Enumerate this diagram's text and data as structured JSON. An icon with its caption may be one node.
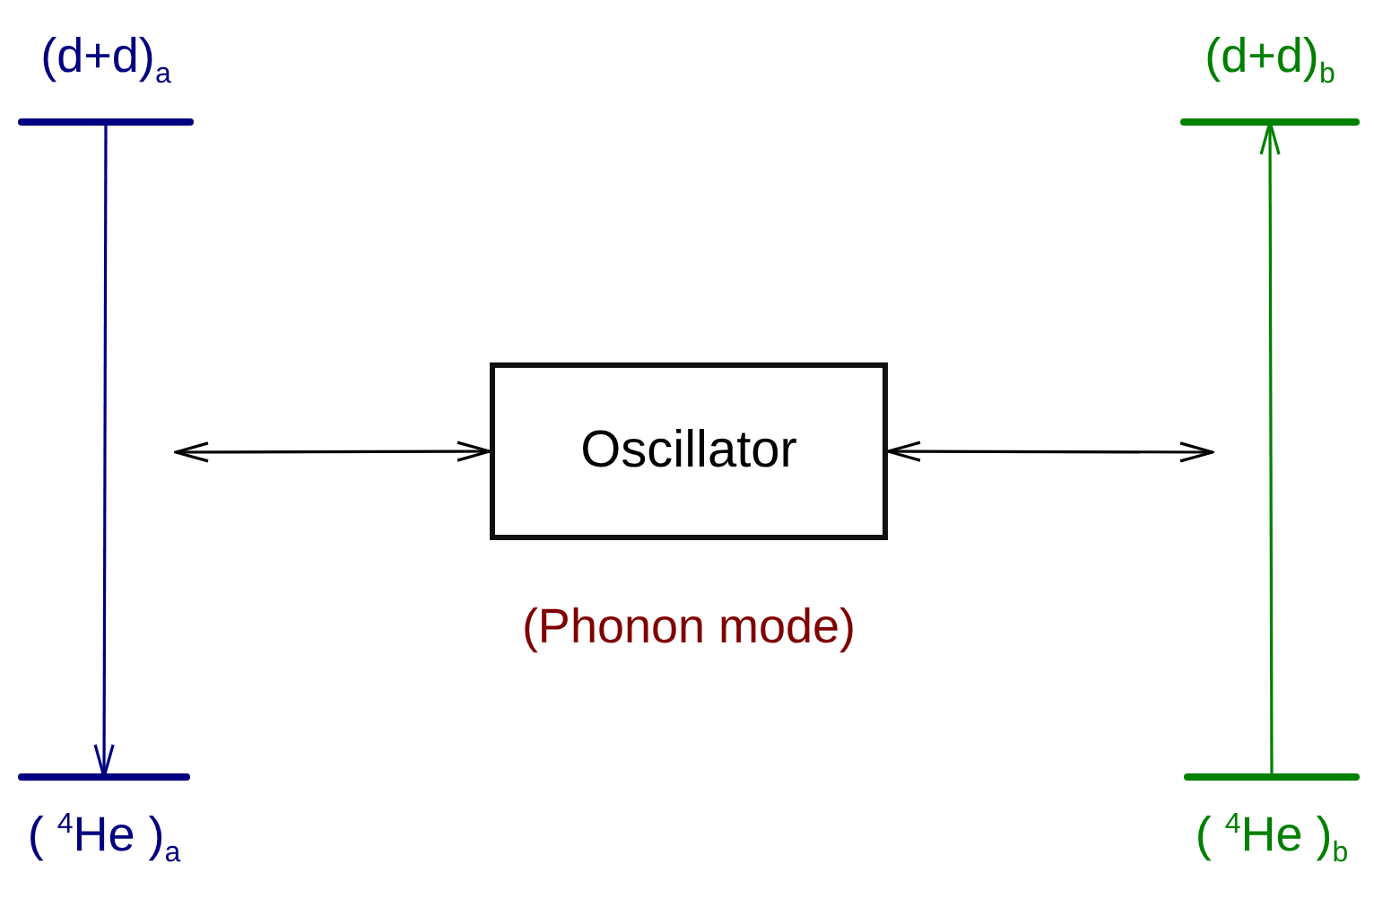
{
  "diagram": {
    "nodes": [
      {
        "text": [
          "(d+d)$_{a}$"
        ]
      },
      {
        "text": [
          "( $^{4}$He )$_{a}$"
        ]
      },
      {
        "text": [
          "Oscillator"
        ],
        "beside": [
          "(Phonon mode)"
        ]
      },
      {
        "text": [
          "(d+d)$_{b}$"
        ]
      },
      {
        "text": [
          "( $^{4}$He )$_{b}$"
        ]
      }
    ],
    "edges": [
      {
        "from": 0,
        "to": 1,
        "arrow": "to",
        "color": "#000080"
      },
      {
        "from": 4,
        "to": 3,
        "arrow": "to",
        "color": "#008000"
      },
      {
        "from": null,
        "to": 2,
        "arrow": "both"
      },
      {
        "from": 2,
        "to": null,
        "arrow": "both"
      }
    ]
  }
}
